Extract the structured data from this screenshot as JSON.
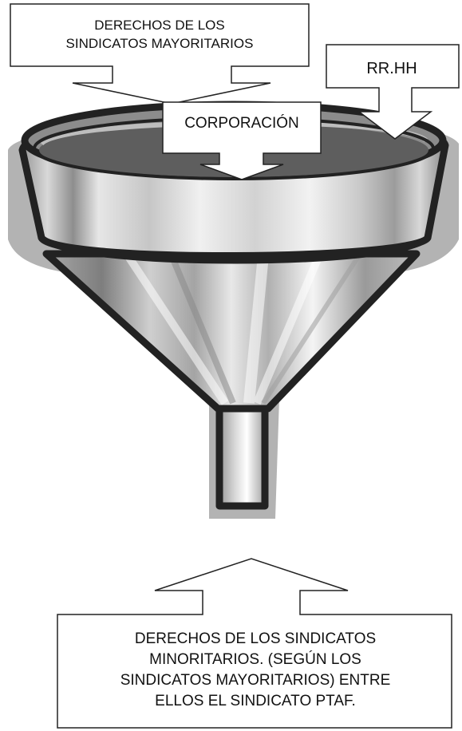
{
  "diagram": {
    "top_left_callout": {
      "lines": [
        "DERECHOS DE LOS",
        "SINDICATOS MAYORITARIOS"
      ]
    },
    "top_right_callout": {
      "lines": [
        "RR.HH"
      ]
    },
    "center_callout": {
      "lines": [
        "CORPORACIÓN"
      ]
    },
    "bottom_callout": {
      "lines": [
        "DERECHOS DE LOS SINDICATOS",
        "MINORITARIOS. (SEGÚN LOS",
        "SINDICATOS MAYORITARIOS) ENTRE",
        "ELLOS EL SINDICATO PTAF."
      ]
    },
    "funnel": {
      "icon": "funnel-icon",
      "colors": {
        "outline": "#222222",
        "shadow": "#b3b3b3",
        "liquid": "#5e5e5e",
        "rim": "#8c8c8c",
        "metal_light": "#e9e9e9",
        "metal_mid": "#bcbcbc",
        "metal_dark": "#8e8e8e"
      }
    }
  }
}
